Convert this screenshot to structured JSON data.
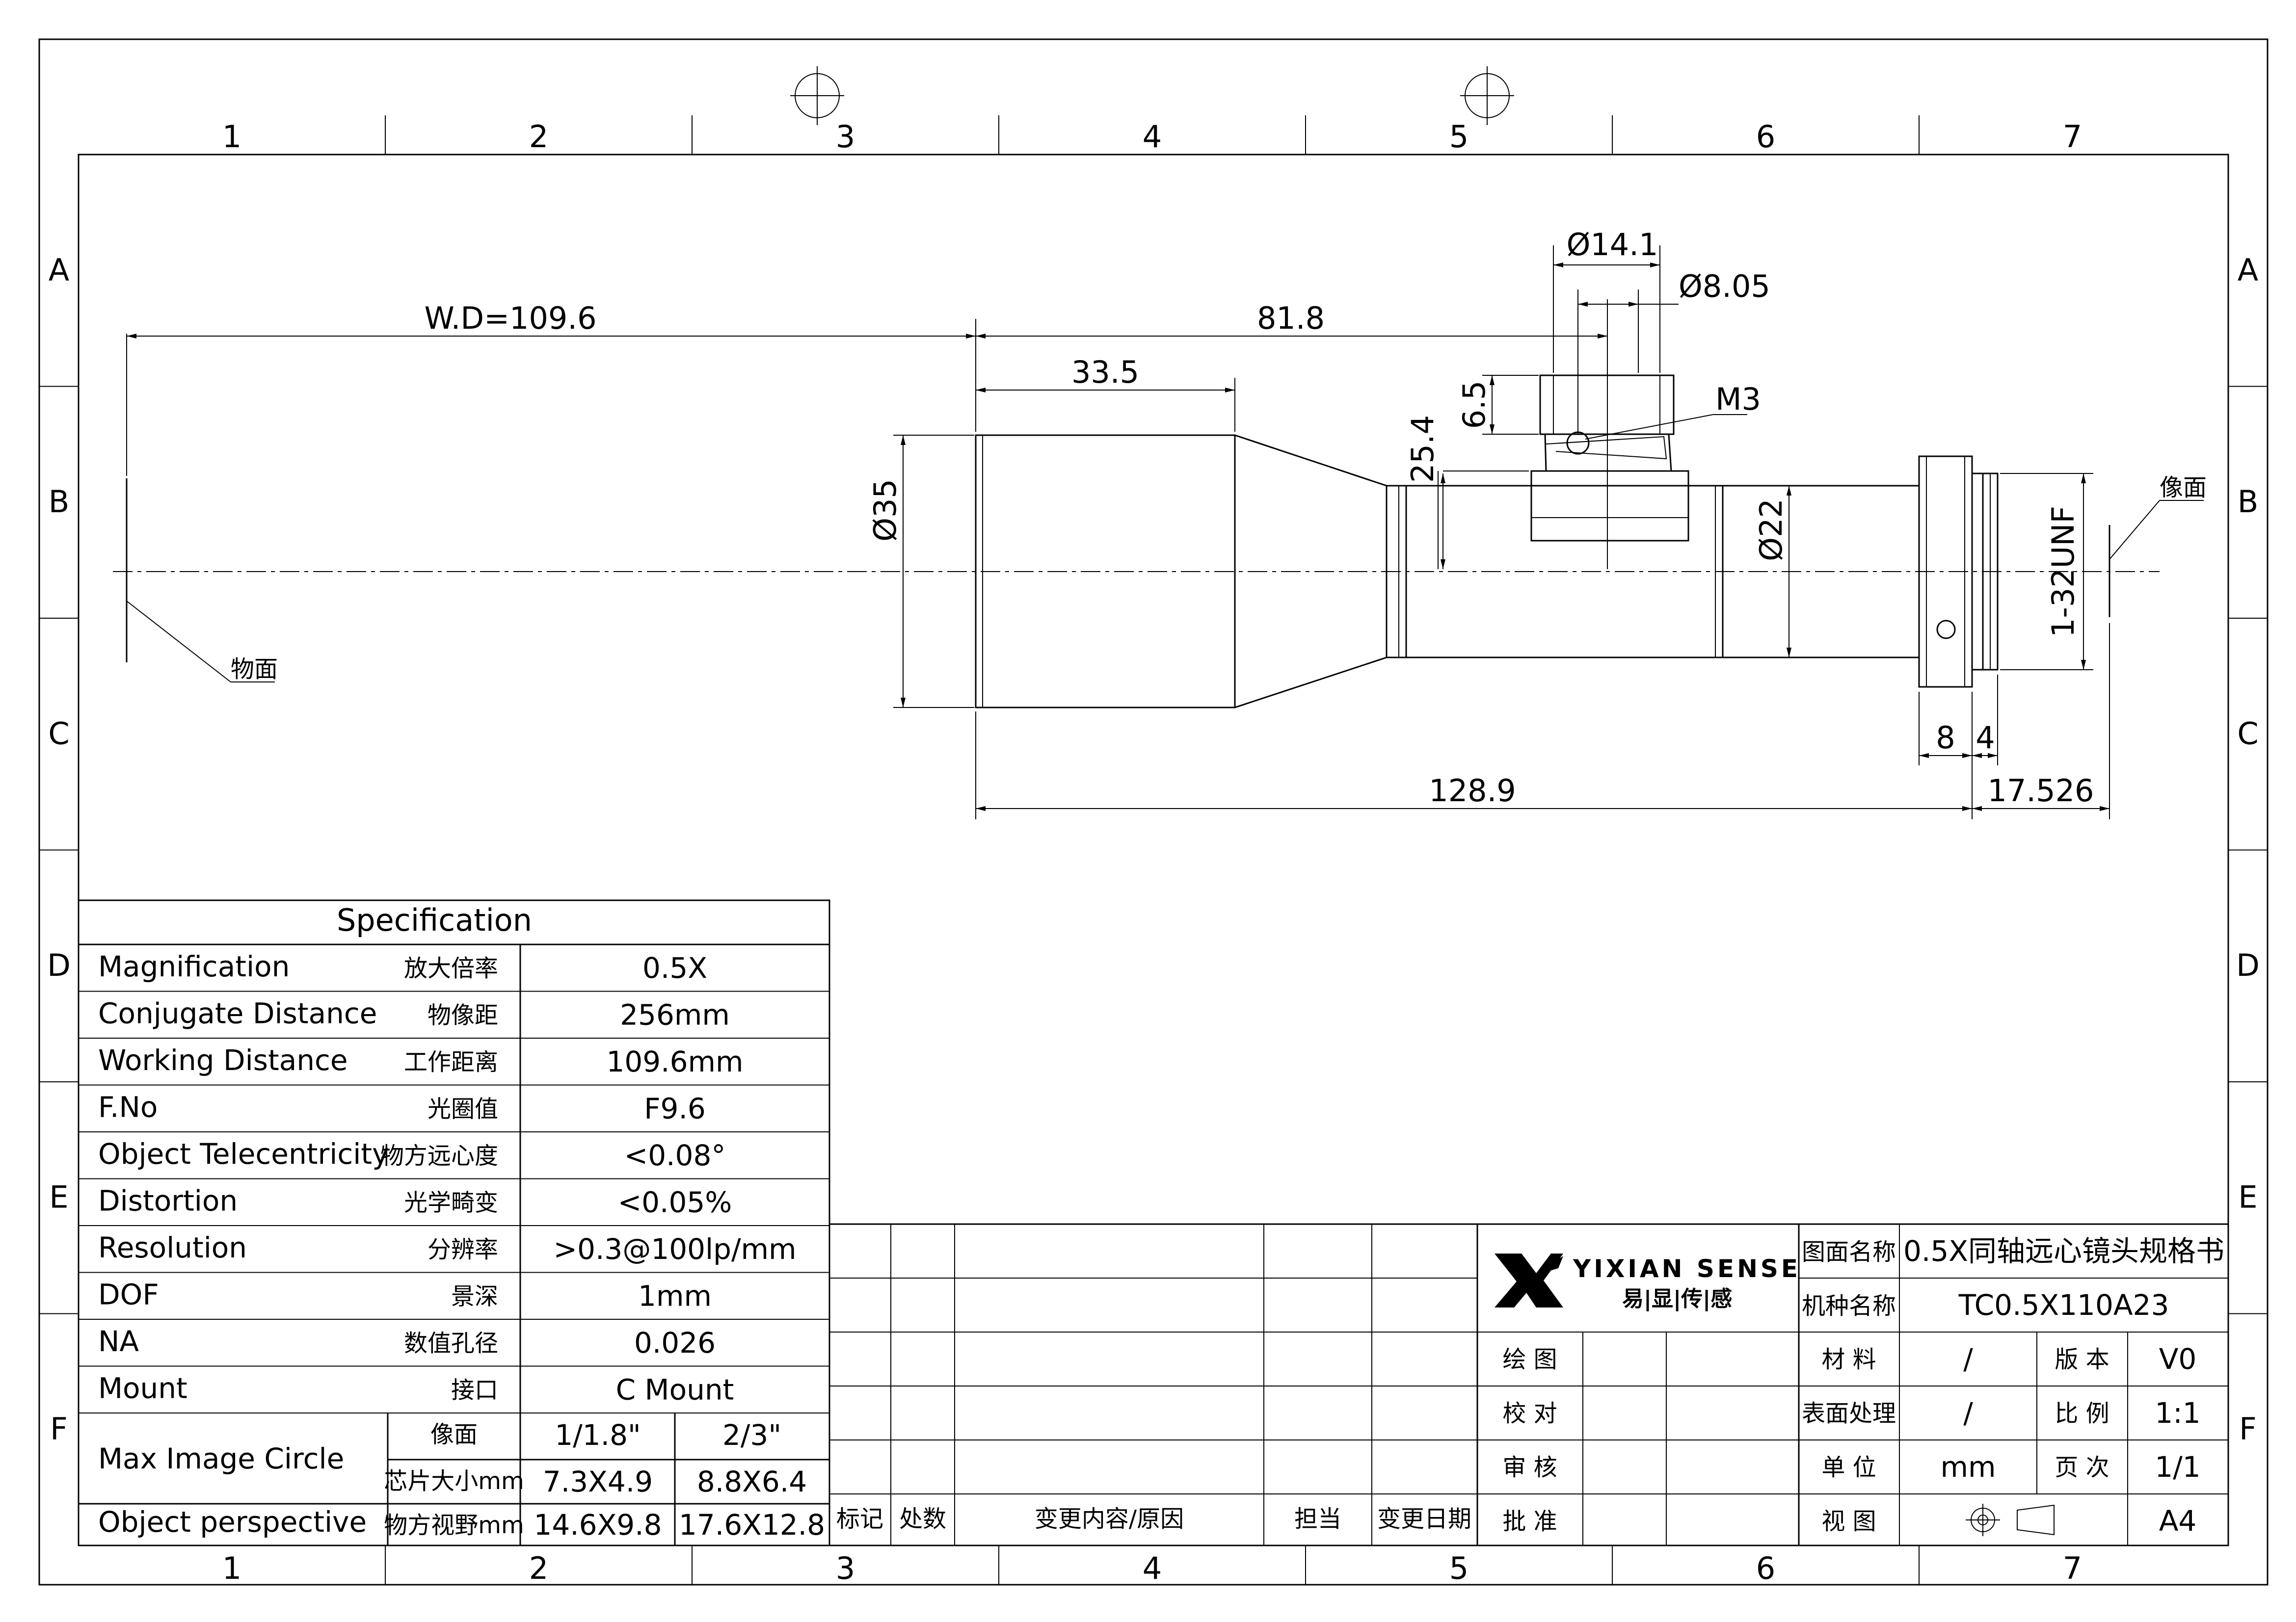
{
  "border": {
    "cols": [
      "1",
      "2",
      "3",
      "4",
      "5",
      "6",
      "7"
    ],
    "rows": [
      "A",
      "B",
      "C",
      "D",
      "E",
      "F"
    ]
  },
  "dims": {
    "wd": "W.D=109.6",
    "d818": "81.8",
    "d335": "33.5",
    "d141": "Ø14.1",
    "d805": "Ø8.05",
    "m3": "M3",
    "d65": "6.5",
    "d254": "25.4",
    "d35": "Ø35",
    "d22": "Ø22",
    "unf": "1-32UNF",
    "d8": "8",
    "d4": "4",
    "d1289": "128.9",
    "d17526": "17.526",
    "object_plane": "物面",
    "image_plane": "像面"
  },
  "spec": {
    "title": "Specification",
    "rows": [
      {
        "en": "Magnification",
        "zh": "放大倍率",
        "val": "0.5X"
      },
      {
        "en": "Conjugate Distance",
        "zh": "物像距",
        "val": "256mm"
      },
      {
        "en": "Working Distance",
        "zh": "工作距离",
        "val": "109.6mm"
      },
      {
        "en": "F.No",
        "zh": "光圈值",
        "val": "F9.6"
      },
      {
        "en": "Object Telecentricity",
        "zh": "物方远心度",
        "val": "<0.08°"
      },
      {
        "en": "Distortion",
        "zh": "光学畸变",
        "val": "<0.05%"
      },
      {
        "en": "Resolution",
        "zh": "分辨率",
        "val": ">0.3@100lp/mm"
      },
      {
        "en": "DOF",
        "zh": "景深",
        "val": "1mm"
      },
      {
        "en": "NA",
        "zh": "数值孔径",
        "val": "0.026"
      },
      {
        "en": "Mount",
        "zh": "接口",
        "val": "C Mount"
      }
    ],
    "mic": {
      "en": "Max Image Circle",
      "zh1": "像面",
      "v1a": "1/1.8\"",
      "v1b": "2/3\"",
      "zh2": "芯片大小mm",
      "v2a": "7.3X4.9",
      "v2b": "8.8X6.4"
    },
    "op": {
      "en": "Object perspective",
      "zh": "物方视野mm",
      "va": "14.6X9.8",
      "vb": "17.6X12.8"
    }
  },
  "revision": {
    "headers": [
      "标记",
      "处数",
      "变更内容/原因",
      "担当",
      "变更日期"
    ]
  },
  "title_block": {
    "brand": "YIXIAN SENSE",
    "brand_zh": "易|显|传|感",
    "drawing_name_label": "图面名称",
    "drawing_name": "0.5X同轴远心镜头规格书",
    "model_label": "机种名称",
    "model": "TC0.5X110A23",
    "draw_label": "绘 图",
    "check_label": "校 对",
    "review_label": "审 核",
    "approve_label": "批 准",
    "material_label": "材 料",
    "material": "/",
    "version_label": "版 本",
    "version": "V0",
    "surface_label": "表面处理",
    "surface": "/",
    "scale_label": "比 例",
    "scale": "1:1",
    "unit_label": "单 位",
    "unit": "mm",
    "page_label": "页 次",
    "page": "1/1",
    "view_label": "视 图",
    "size": "A4"
  }
}
